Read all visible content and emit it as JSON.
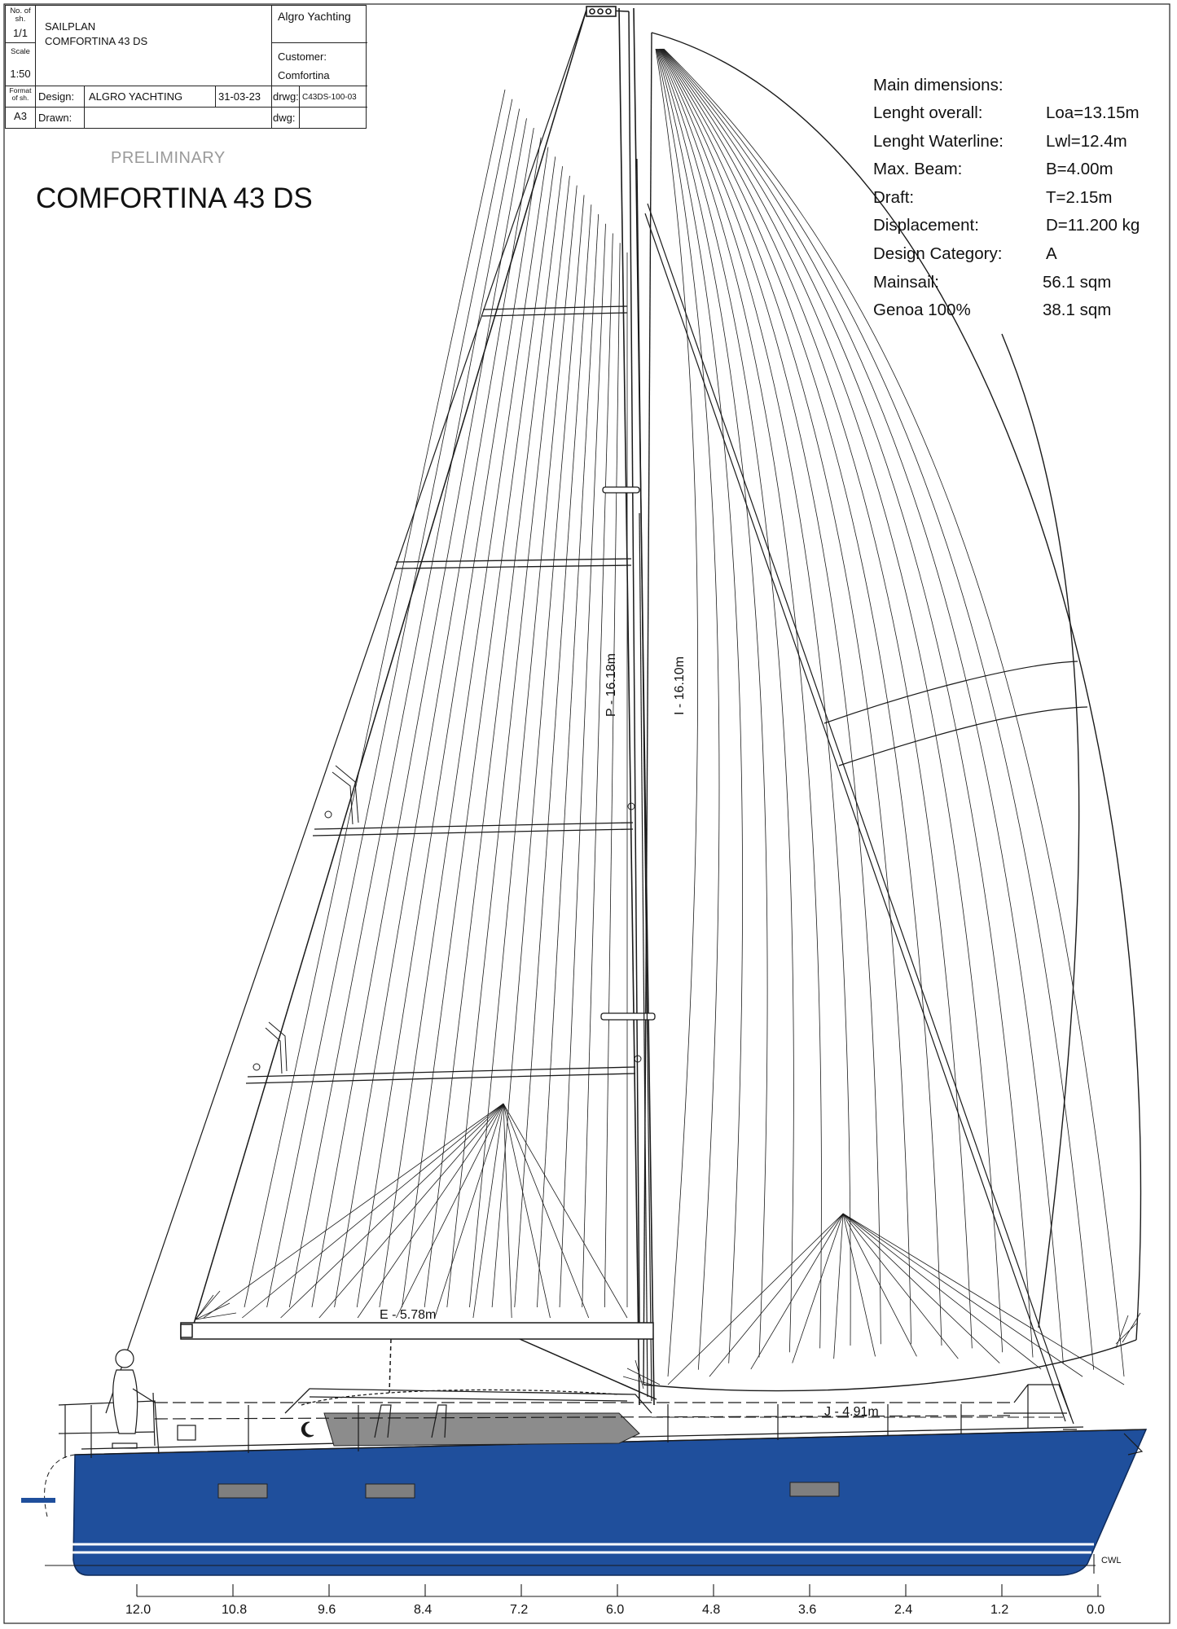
{
  "title_block": {
    "sheet_no_label": "No. of sh.",
    "sheet_no": "1/1",
    "scale_label": "Scale",
    "scale": "1:50",
    "format_label": "Format of sh.",
    "format": "A3",
    "drawing_type": "SAILPLAN",
    "drawing_name": "COMFORTINA 43 DS",
    "company": "Algro Yachting",
    "customer_label": "Customer:",
    "customer": "Comfortina",
    "design_label": "Design:",
    "design": "ALGRO YACHTING",
    "date": "31-03-23",
    "drwg_label": "drwg:",
    "drwg": "C43DS-100-03",
    "drawn_label": "Drawn:",
    "drawn": "",
    "dwg_label": "dwg:",
    "dwg": ""
  },
  "status_text": "PRELIMINARY",
  "main_title": "COMFORTINA 43 DS",
  "main_dimensions": {
    "heading": "Main dimensions:",
    "rows": [
      {
        "label": "Lenght overall:",
        "value": "Loa=13.15m"
      },
      {
        "label": "Lenght Waterline:",
        "value": "Lwl=12.4m"
      },
      {
        "label": "Max. Beam:",
        "value": "B=4.00m"
      },
      {
        "label": "Draft:",
        "value": "T=2.15m"
      },
      {
        "label": "Displacement:",
        "value": "D=11.200 kg"
      },
      {
        "label": "Design Category:",
        "value": "A"
      },
      {
        "label": "Mainsail:",
        "value": "56.1 sqm"
      },
      {
        "label": "Genoa 100%",
        "value": "38.1 sqm"
      }
    ]
  },
  "rig_dimensions": {
    "P": "P - 16.18m",
    "I": "I - 16.10m",
    "E": "E - 5.78m",
    "J": "J - 4.91m"
  },
  "waterline_label": "CWL",
  "scale_ticks": [
    "12.0",
    "10.8",
    "9.6",
    "8.4",
    "7.2",
    "6.0",
    "4.8",
    "3.6",
    "2.4",
    "1.2",
    "0.0"
  ],
  "colors": {
    "hull": "#1f4f9c",
    "hull_dark": "#173f82",
    "stripe": "#ffffff",
    "line": "#1a1a1a",
    "deck_hatch": "#8c8c8c"
  }
}
